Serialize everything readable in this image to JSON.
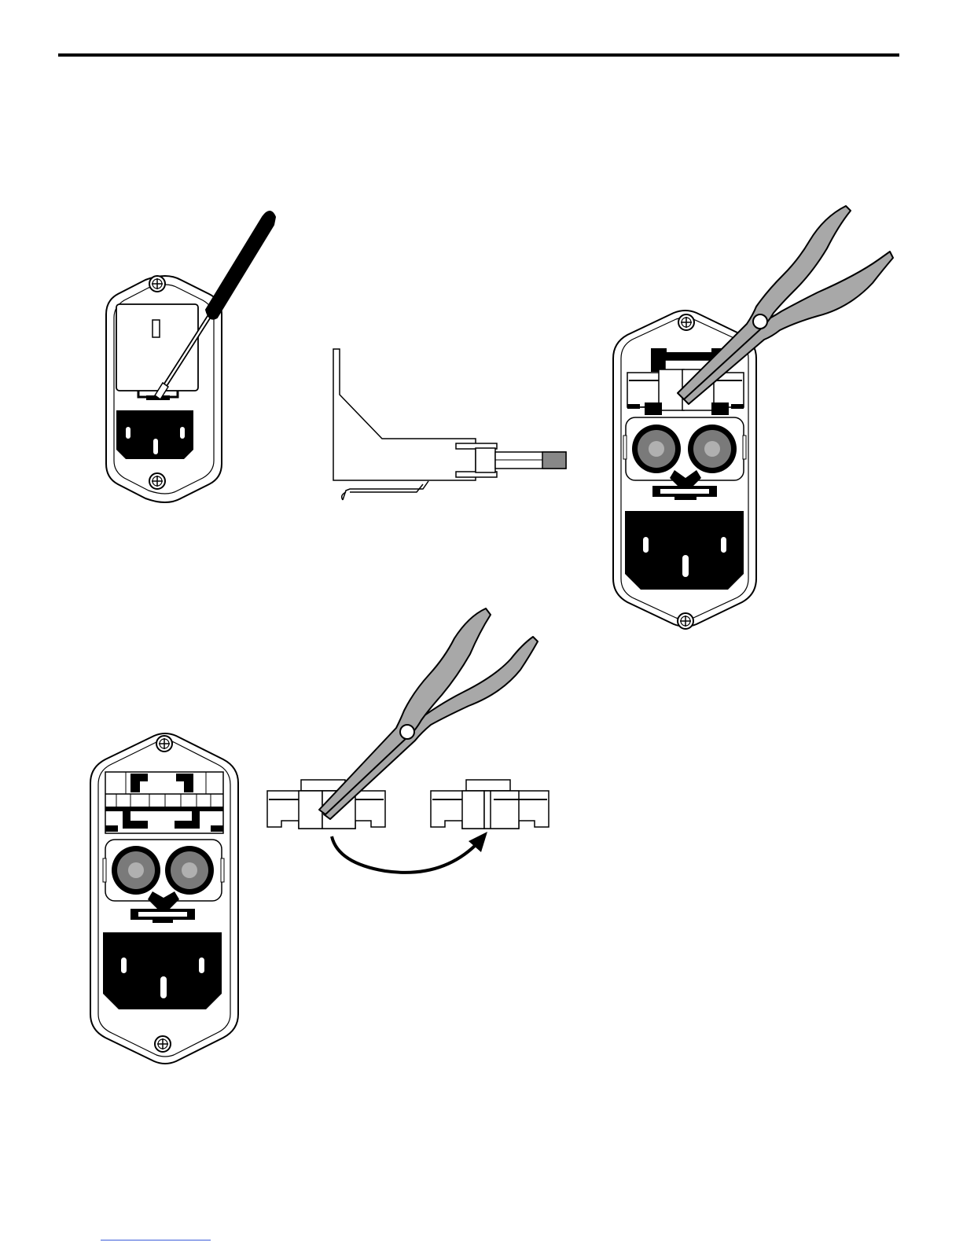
{
  "colors": {
    "ink": "#000000",
    "paper": "#ffffff",
    "tool_gray": "#a8a8a8",
    "fuse_gray": "#7a7a7a",
    "fuse_core": "#b0b0b0",
    "link_blue": "#3a5bd9"
  },
  "figures": [
    {
      "id": "module-closed-with-screwdriver",
      "icons": [
        "power-entry-module-icon",
        "screwdriver-icon",
        "ac-inlet-icon"
      ]
    },
    {
      "id": "fuse-holder-side-view",
      "icons": [
        "fuse-drawer-icon",
        "fuse-icon"
      ]
    },
    {
      "id": "module-open-with-tweezers",
      "icons": [
        "power-entry-module-icon",
        "tweezers-icon",
        "fuse-pair-icon"
      ]
    },
    {
      "id": "module-open-fuses-visible",
      "icons": [
        "power-entry-module-icon",
        "fuse-pair-icon"
      ]
    },
    {
      "id": "voltage-selector-rotate",
      "icons": [
        "voltage-selector-icon",
        "tweezers-icon",
        "curved-arrow-icon"
      ]
    }
  ]
}
